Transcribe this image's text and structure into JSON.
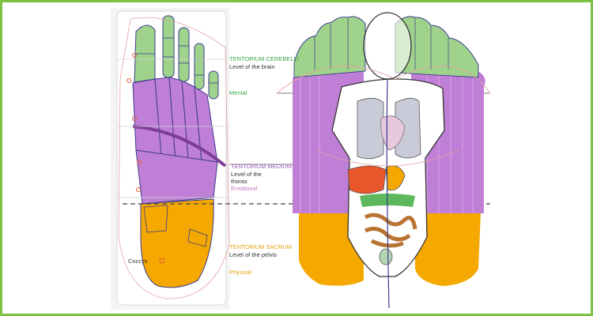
{
  "labels": {
    "cerebelli_title": "TENTORIUM CEREBELLI",
    "cerebelli_level": "Level of the brain",
    "cerebelli_state": "Mental",
    "medium_title": "TENTORIUM MEDIUM",
    "medium_level_1": "Level of the",
    "medium_level_2": "thorax",
    "medium_state": "Emotional",
    "sacrum_title": "TENTORIUM SACRUM",
    "sacrum_level": "Level of the pelvis",
    "sacrum_state": "Physical",
    "coccyx": "Coccyx"
  },
  "colors": {
    "frame": "#7cc242",
    "toes": "#9fd38b",
    "midfoot": "#c07fd6",
    "heel": "#f5a800",
    "organ_grey": "#c9ccd8"
  }
}
